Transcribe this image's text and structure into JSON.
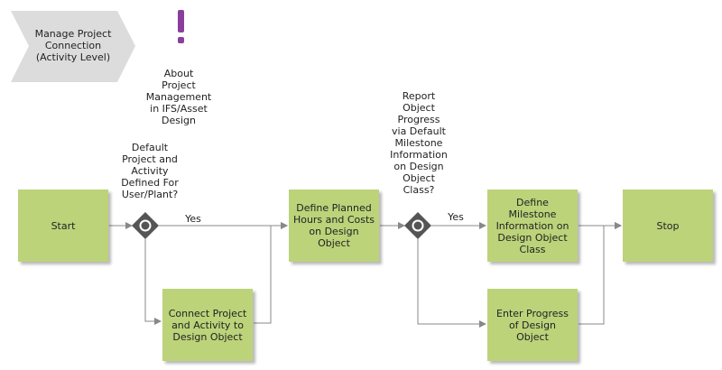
{
  "process": "Manage Project\nConnection\n(Activity Level)",
  "about": "About\nProject\nManagement\nin IFS/Asset\nDesign",
  "gateway1": {
    "question": "Default\nProject and\nActivity\nDefined For\nUser/Plant?",
    "yes": "Yes"
  },
  "gateway2": {
    "question": "Report\nObject\nProgress\nvia Default\nMilestone\nInformation\non Design\nObject\nClass?",
    "yes": "Yes"
  },
  "activities": {
    "start": "Start",
    "connect": "Connect Project\nand Activity to\nDesign Object",
    "define_planned": "Define Planned\nHours and Costs\non Design\nObject",
    "define_milestone": "Define Milestone\nInformation on\nDesign Object\nClass",
    "enter_progress": "Enter Progress\nof Design\nObject",
    "stop": "Stop"
  },
  "colors": {
    "activity": "#bcd37a",
    "gateway": "#555555",
    "connector": "#888888",
    "chevron": "#dcdcdc",
    "annotation": "#8b3f9c"
  }
}
